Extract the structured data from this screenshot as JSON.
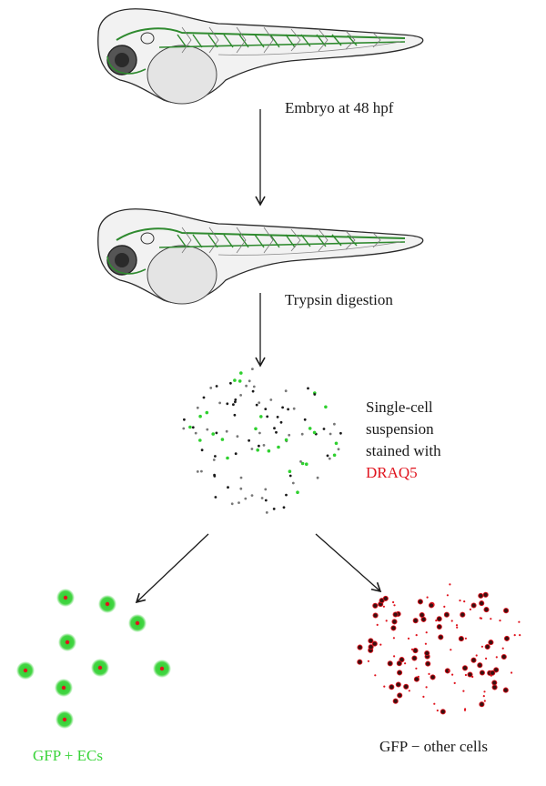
{
  "steps": {
    "embryo_label": "Embryo at 48 hpf",
    "digestion_label": "Trypsin digestion",
    "suspension_label_lines": [
      "Single-cell",
      "suspension",
      "stained with"
    ],
    "dye_label": "DRAQ5"
  },
  "outcomes": {
    "gfp_positive_label": "GFP + ECs",
    "gfp_negative_label": "GFP − other cells"
  },
  "colors": {
    "gfp_green": "#2fd02f",
    "draq5_red": "#e0141e",
    "ink": "#1a1a1a",
    "vessel_green": "#2f8a2f"
  }
}
